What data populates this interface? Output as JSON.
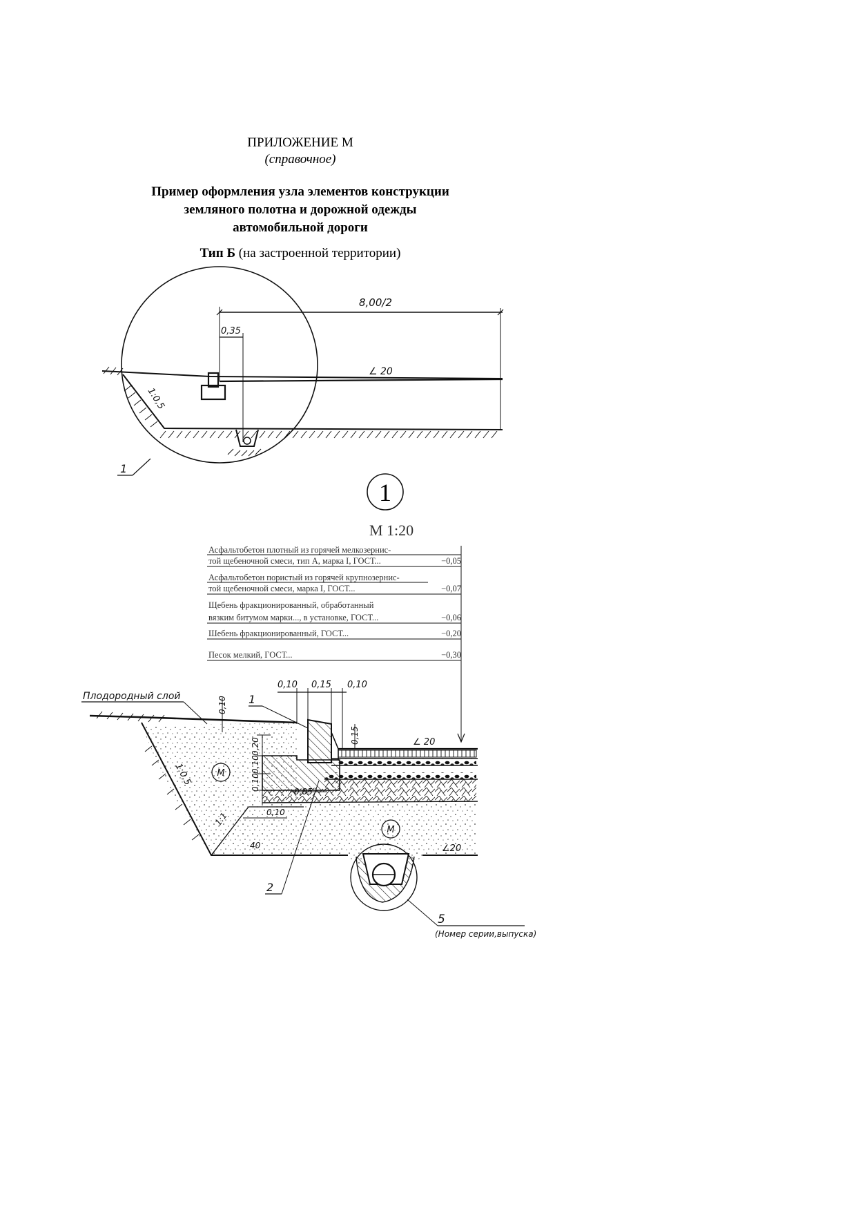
{
  "header": {
    "appendix": "ПРИЛОЖЕНИЕ М",
    "appendix_note": "(справочное)",
    "title_lines": [
      "Пример оформления узла элементов конструкции",
      "земляного полотна и дорожной одежды",
      "автомобильной дороги"
    ],
    "type_bold": "Тип Б",
    "type_rest": " (на застроенной территории)"
  },
  "top_drawing": {
    "dim_width": "8,00/2",
    "dim_curb": "0,35",
    "slope_surface": "20",
    "slope_side": "1:0,5",
    "callout": "1"
  },
  "detail_marker": {
    "number": "1",
    "scale": "М 1:20"
  },
  "layers": [
    {
      "line1": "Асфальтобетон плотный из горячей мелкозернис-",
      "line2": "той щебеночной смеси, тип А, марка I, ГОСТ...",
      "value": "−0,05"
    },
    {
      "line1": "Асфальтобетон пористый из горячей крупнозернис-",
      "line2": "той щебеночной смеси, марка I, ГОСТ...",
      "value": "−0,07"
    },
    {
      "line1": "Щебень фракционированный, обработанный",
      "line2": "вязким битумом марки..., в установке, ГОСТ...",
      "value": "−0,06"
    },
    {
      "line1": "Шебень фракционированный, ГОСТ...",
      "line2": "",
      "value": "−0,20"
    },
    {
      "line1": "Песок мелкий, ГОСТ...",
      "line2": "",
      "value": "−0,30"
    }
  ],
  "detail_drawing": {
    "topsoil_label": "Плодородный слой",
    "dims_top": [
      "0,10",
      "0,15",
      "0,10"
    ],
    "dim_topsoil": "0,10",
    "dim_curb_height": "0,15",
    "dims_vertical": [
      "0,20",
      "0,10",
      "0,10"
    ],
    "dim_base": "0,05",
    "dim_step": "0,10",
    "slope_surface": "20",
    "slope_bottom": "20",
    "slope_side": "1:0,5",
    "slope_inner": "1:1",
    "bottom_slope": "40",
    "material_mark": "М",
    "callouts": [
      "1",
      "2"
    ],
    "drain_callout": "5",
    "drain_note": "(Номер серии,выпуска)"
  }
}
